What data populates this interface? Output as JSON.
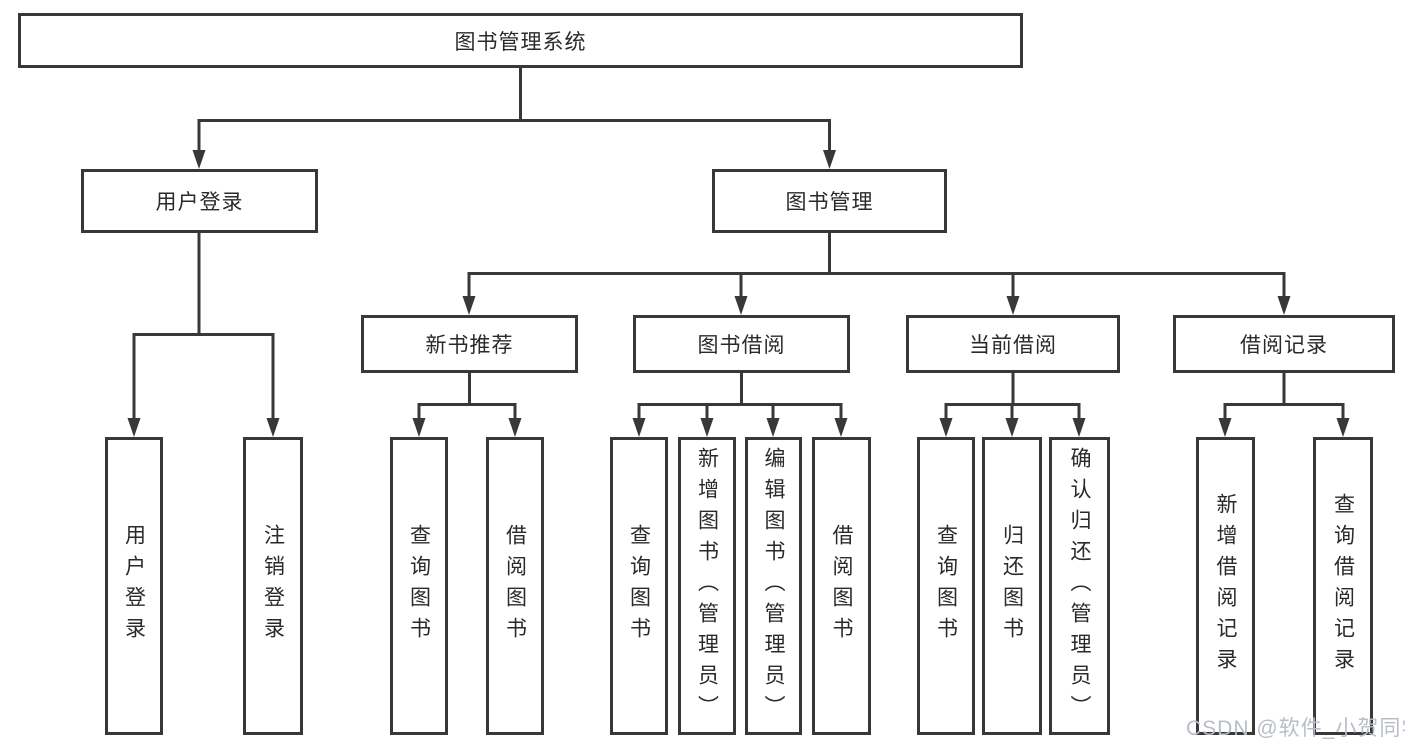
{
  "colors": {
    "line": "#383838",
    "node_border": "#383838",
    "node_text": "#2a2a2a",
    "background": "#ffffff",
    "watermark_text": "#b8bdc6"
  },
  "chart_type": "hierarchy-tree",
  "tree": {
    "root": {
      "label": "图书管理系统"
    },
    "branches": [
      {
        "label": "用户登录",
        "leaves": [
          {
            "label": "用户登录"
          },
          {
            "label": "注销登录"
          }
        ]
      },
      {
        "label": "图书管理",
        "children": [
          {
            "label": "新书推荐",
            "leaves": [
              {
                "label": "查询图书"
              },
              {
                "label": "借阅图书"
              }
            ]
          },
          {
            "label": "图书借阅",
            "leaves": [
              {
                "label": "查询图书"
              },
              {
                "label": "新增图书（管理员）"
              },
              {
                "label": "编辑图书（管理员）"
              },
              {
                "label": "借阅图书"
              }
            ]
          },
          {
            "label": "当前借阅",
            "leaves": [
              {
                "label": "查询图书"
              },
              {
                "label": "归还图书"
              },
              {
                "label": "确认归还（管理员）"
              }
            ]
          },
          {
            "label": "借阅记录",
            "leaves": [
              {
                "label": "新增借阅记录"
              },
              {
                "label": "查询借阅记录"
              }
            ]
          }
        ]
      }
    ]
  },
  "watermark": {
    "text": "CSDN @软件_小贺同学"
  }
}
